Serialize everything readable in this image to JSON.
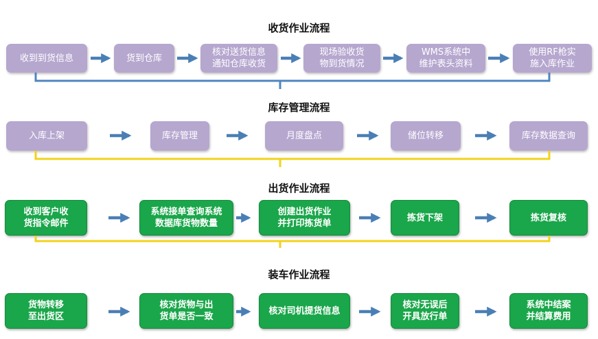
{
  "colors": {
    "purple_box": "#b6a7cf",
    "green_box": "#1aa64a",
    "arrow": "#4a7fb5",
    "bracket_blue": "#4f86c1",
    "bracket_yellow": "#f2d31a"
  },
  "sections": [
    {
      "title": "收货作业流程",
      "steps": [
        "收到到货信息",
        "货到仓库",
        "核对送货信息\n通知仓库收货",
        "现场验收货\n物到货情况",
        "WMS系统中\n维护表头资料",
        "使用RF枪实\n施入库作业"
      ]
    },
    {
      "title": "库存管理流程",
      "steps": [
        "入库上架",
        "库存管理",
        "月度盘点",
        "储位转移",
        "库存数据查询"
      ]
    },
    {
      "title": "出货作业流程",
      "steps": [
        "收到客户收\n货指令邮件",
        "系统接单查询系统\n数据库货物数量",
        "创建出货作业\n并打印拣货单",
        "拣货下架",
        "拣货复核"
      ]
    },
    {
      "title": "装车作业流程",
      "steps": [
        "货物转移\n至出货区",
        "核对货物与出\n货单是否一致",
        "核对司机提货信息",
        "核对无误后\n开具放行单",
        "系统中结案\n并结算费用"
      ]
    }
  ]
}
